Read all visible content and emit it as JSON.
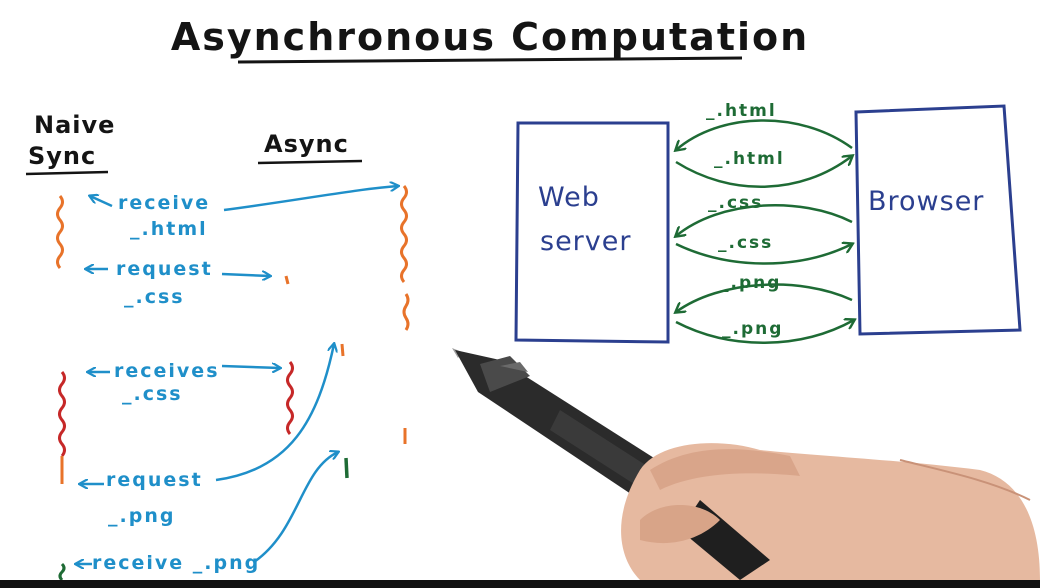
{
  "title": "Asynchronous Computation",
  "columns": {
    "naive_sync_line1": "Naive",
    "naive_sync_line2": "Sync",
    "async": "Async"
  },
  "sync_steps": [
    {
      "line1": "receive",
      "line2": "_.html"
    },
    {
      "line1": "request",
      "line2": "_.css"
    },
    {
      "line1": "receives",
      "line2": "_.css"
    },
    {
      "line1": "request",
      "line2": "_.png"
    },
    {
      "line1": "receive _.png",
      "line2": ""
    }
  ],
  "diagram": {
    "left_box_line1": "Web",
    "left_box_line2": "server",
    "right_box": "Browser",
    "messages": [
      "_.html",
      "_.html",
      "_.css",
      "_.css",
      "_.png",
      "_.png"
    ]
  },
  "colors": {
    "ink_black": "#141414",
    "ink_blue": "#1f8fc9",
    "ink_navy": "#2b3f8f",
    "ink_green": "#1e6b35",
    "ink_orange": "#e8732a",
    "ink_red": "#c62828"
  }
}
